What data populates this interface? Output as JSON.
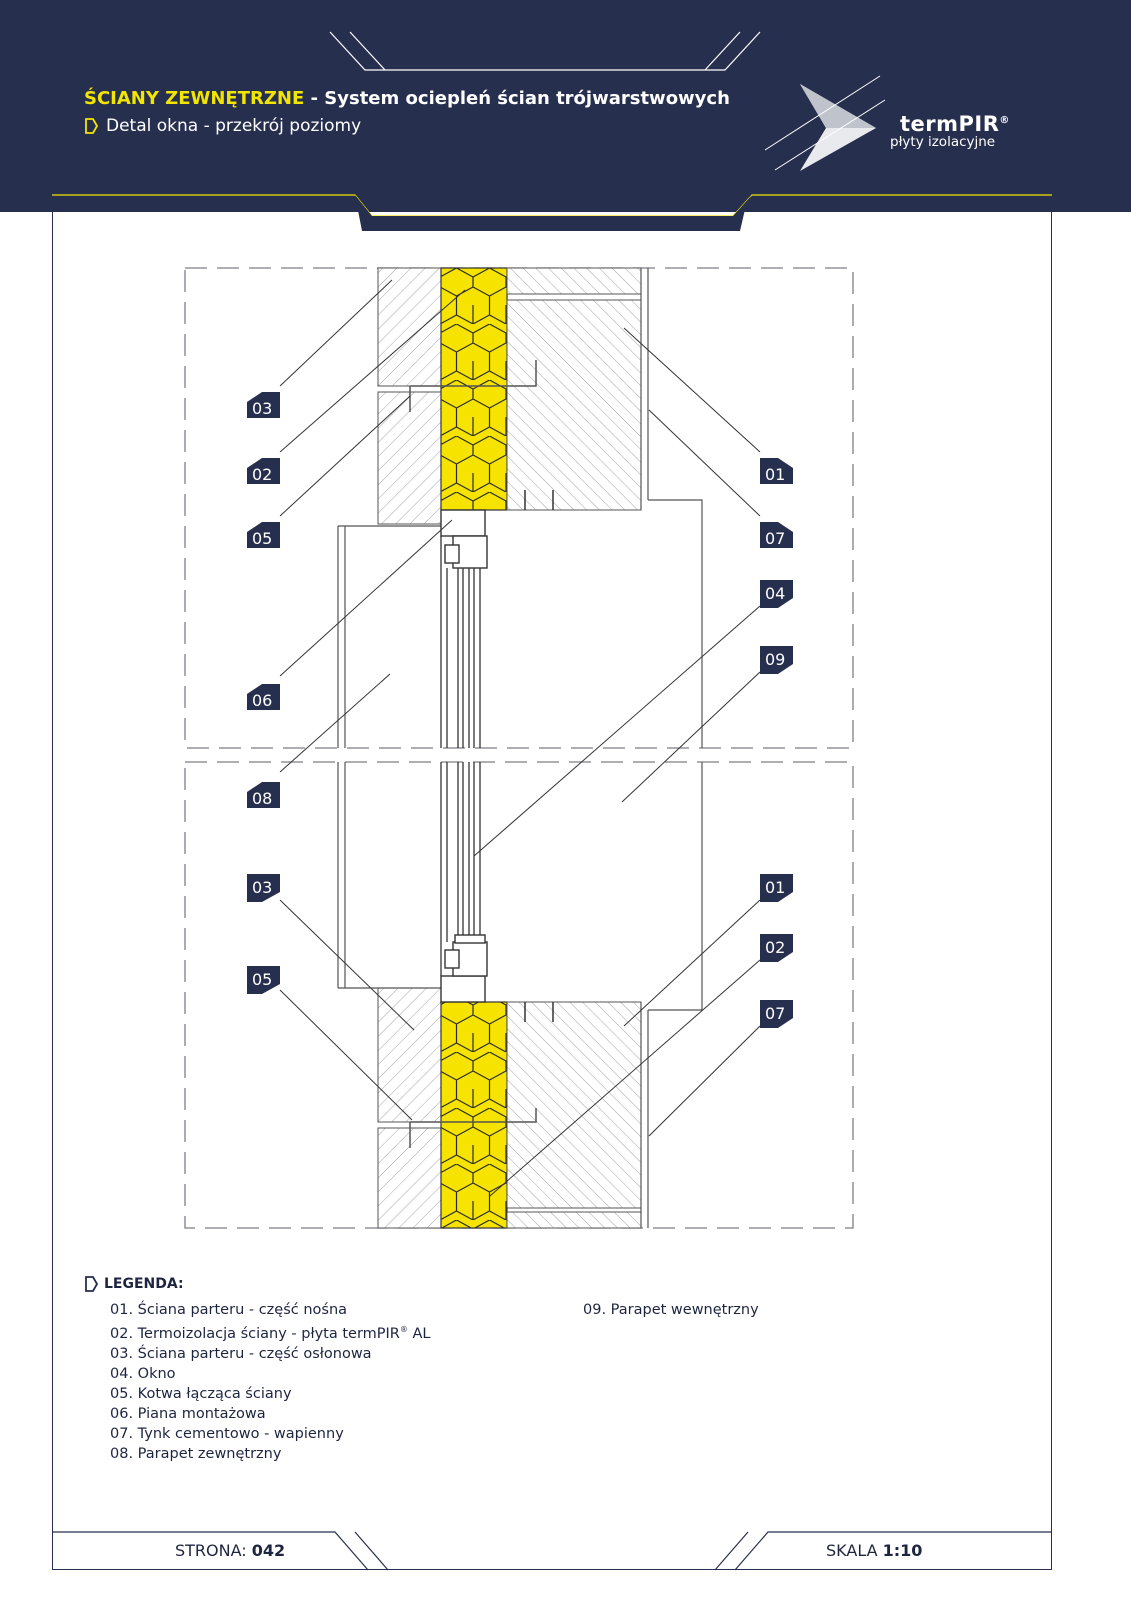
{
  "header": {
    "title_highlight": "ŚCIANY ZEWNĘTRZNE",
    "title_rest": " - System ociepleń ścian trójwarstwowych",
    "subtitle": "Detal okna - przekrój poziomy"
  },
  "brand": {
    "name": "termPIR",
    "registered": "®",
    "tagline": "płyty izolacyjne"
  },
  "colors": {
    "navy": "#272f4f",
    "accent_yellow": "#f2e500",
    "insulation_yellow": "#f7e300"
  },
  "callouts": {
    "c1": "03",
    "c2": "02",
    "c3": "05",
    "c4": "06",
    "c5": "08",
    "c6": "03",
    "c7": "05",
    "c8": "01",
    "c9": "07",
    "c10": "04",
    "c11": "09",
    "c12": "01",
    "c13": "02",
    "c14": "07"
  },
  "legend": {
    "title": "LEGENDA:",
    "items": [
      "01. Ściana parteru - część nośna",
      "02. Termoizolacja ściany - płyta termPIR",
      "03. Ściana parteru - część osłonowa",
      "04. Okno",
      "05. Kotwa łącząca ściany",
      "06. Piana montażowa",
      "07. Tynk cementowo - wapienny",
      "08. Parapet zewnętrzny",
      "09. Parapet wewnętrzny"
    ],
    "item2_suffix": " AL"
  },
  "footer": {
    "page_label": "STRONA: ",
    "page_number": "042",
    "scale_label": "SKALA ",
    "scale_value": "1:10"
  }
}
